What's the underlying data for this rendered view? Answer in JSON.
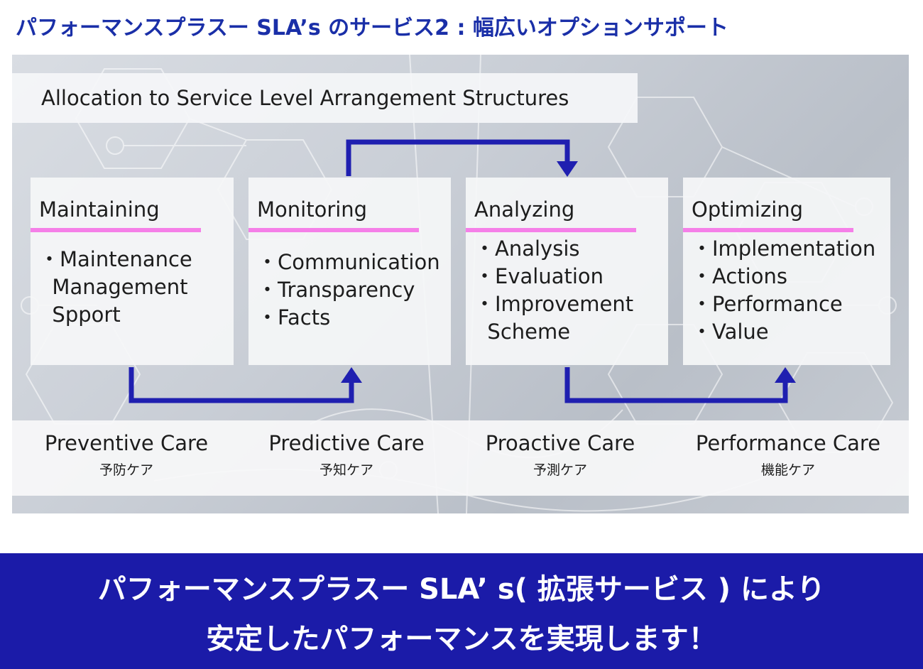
{
  "title": "パフォーマンスプラスー SLA’s のサービス2 : 幅広いオプションサポート",
  "heading": "Allocation to Service Level Arrangement Structures",
  "stages": [
    {
      "name": "Maintaining",
      "items": "・Maintenance\n  Management\n  Spport"
    },
    {
      "name": "Monitoring",
      "items": "・Communication\n・Transparency\n・Facts"
    },
    {
      "name": "Analyzing",
      "items": "・Analysis\n・Evaluation\n・Improvement\n  Scheme"
    },
    {
      "name": "Optimizing",
      "items": "・Implementation\n・Actions\n・Performance\n・Value"
    }
  ],
  "cares": [
    {
      "en": "Preventive Care",
      "jp": "予防ケア"
    },
    {
      "en": "Predictive Care",
      "jp": "予知ケア"
    },
    {
      "en": "Proactive Care",
      "jp": "予測ケア"
    },
    {
      "en": "Performance Care",
      "jp": "機能ケア"
    }
  ],
  "banner": {
    "line1": "パフォーマンスプラスー SLA’ s( 拡張サービス ) により",
    "line2": "安定したパフォーマンスを実現します！"
  },
  "colors": {
    "title": "#1a2fa8",
    "arrow": "#1f1fb0",
    "underline": "#f57fe8",
    "banner": "#1b1ba8"
  }
}
